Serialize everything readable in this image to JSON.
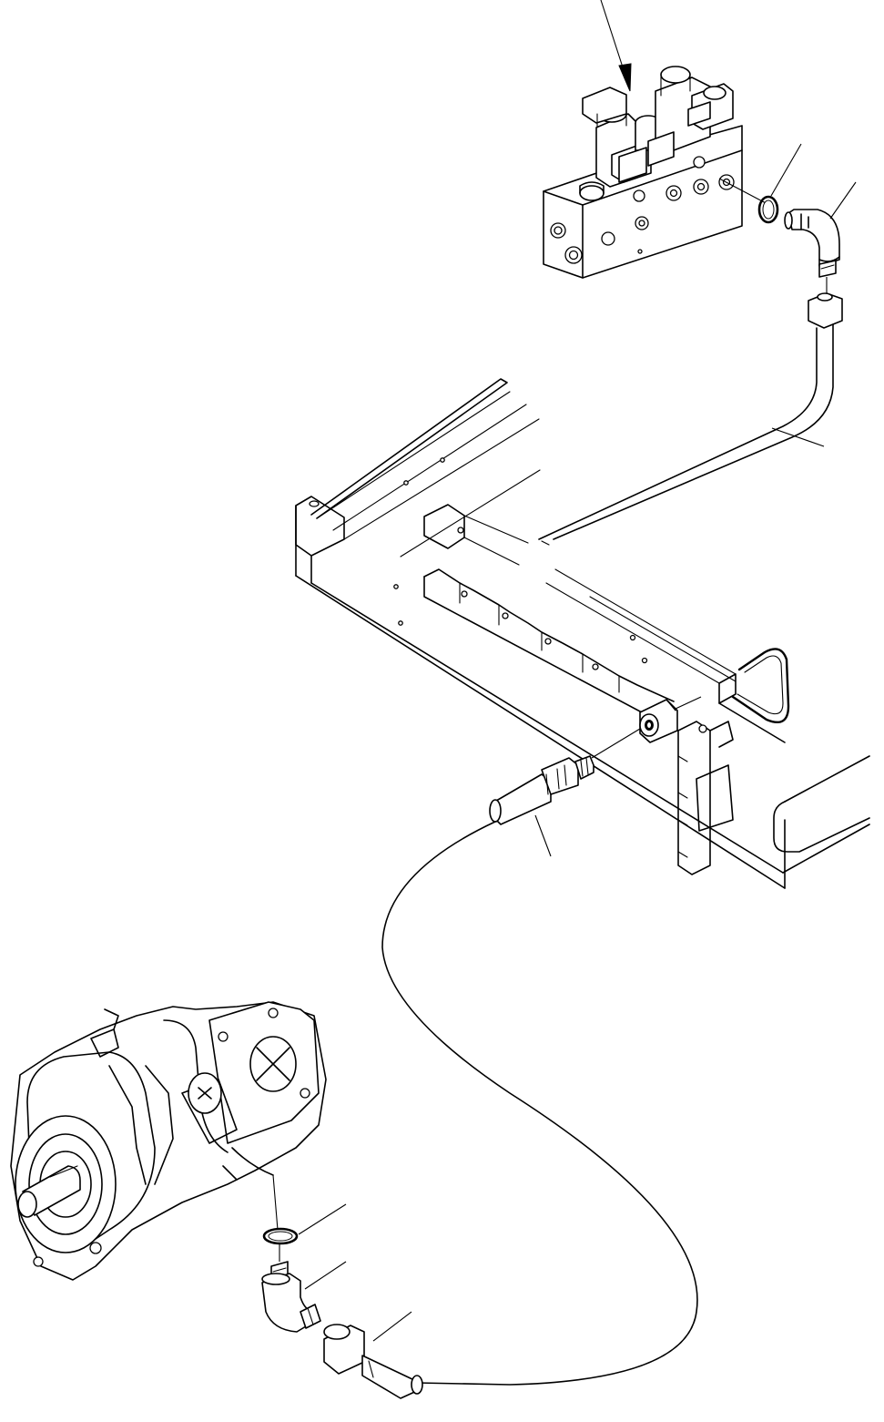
{
  "figure": {
    "caption": "",
    "callouts": []
  },
  "parts": [
    {
      "name": "valve-block",
      "icon": "valve-block-icon"
    },
    {
      "name": "o-ring-upper",
      "icon": "o-ring-icon"
    },
    {
      "name": "elbow-upper",
      "icon": "elbow-fitting-icon"
    },
    {
      "name": "steel-tube",
      "icon": "tube-icon"
    },
    {
      "name": "frame",
      "icon": "frame-icon"
    },
    {
      "name": "bulkhead-connector",
      "icon": "connector-icon"
    },
    {
      "name": "hose",
      "icon": "hose-icon"
    },
    {
      "name": "hydraulic-pump",
      "icon": "pump-icon"
    },
    {
      "name": "o-ring-lower",
      "icon": "o-ring-icon"
    },
    {
      "name": "elbow-lower",
      "icon": "elbow-fitting-icon"
    },
    {
      "name": "hose-end-fitting",
      "icon": "hose-fitting-icon"
    }
  ]
}
